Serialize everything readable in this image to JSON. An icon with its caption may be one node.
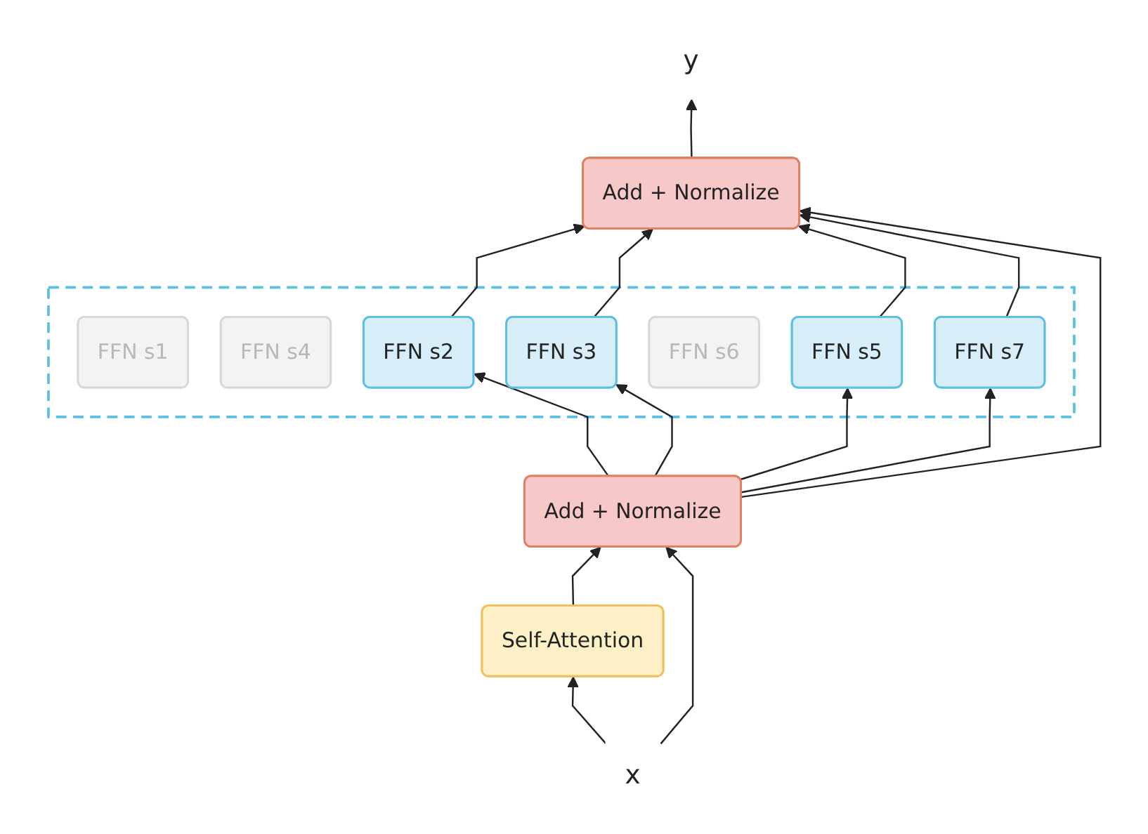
{
  "diagram": {
    "nodes": [
      {
        "text": [
          "y"
        ]
      },
      {
        "text": [
          "Add + Normalize"
        ]
      },
      {
        "text": [],
        "shape": "box"
      },
      {
        "text": [
          "FFN s1"
        ],
        "in": 2
      },
      {
        "text": [
          "FFN s2"
        ],
        "in": 2
      },
      {
        "text": [
          "FFN s3"
        ],
        "in": 2
      },
      {
        "text": [
          "FFN s4"
        ],
        "in": 2
      },
      {
        "text": [
          "FFN s5"
        ],
        "in": 2
      },
      {
        "text": [
          "FFN s6"
        ],
        "in": 2
      },
      {
        "text": [
          "FFN s7"
        ],
        "in": 2
      },
      {
        "text": [
          "Add + Normalize"
        ]
      },
      {
        "text": [
          "Self-Attention"
        ]
      },
      {
        "text": [
          "x"
        ]
      }
    ],
    "edges": [
      {
        "from": 12,
        "to": 11,
        "arrow": "to"
      },
      {
        "from": 12,
        "to": 10,
        "arrow": "to"
      },
      {
        "from": 11,
        "to": 10,
        "arrow": "to"
      },
      {
        "from": 10,
        "to": 4,
        "arrow": "to"
      },
      {
        "from": 10,
        "to": 5,
        "arrow": "to"
      },
      {
        "from": 10,
        "to": 7,
        "arrow": "to"
      },
      {
        "from": 10,
        "to": 9,
        "arrow": "to"
      },
      {
        "from": 10,
        "to": 1,
        "arrow": "to"
      },
      {
        "from": 4,
        "to": 1,
        "arrow": "to"
      },
      {
        "from": 5,
        "to": 1,
        "arrow": "to"
      },
      {
        "from": 7,
        "to": 1,
        "arrow": "to"
      },
      {
        "from": 9,
        "to": 1,
        "arrow": "to"
      },
      {
        "from": 1,
        "to": 0,
        "arrow": "to"
      }
    ]
  }
}
